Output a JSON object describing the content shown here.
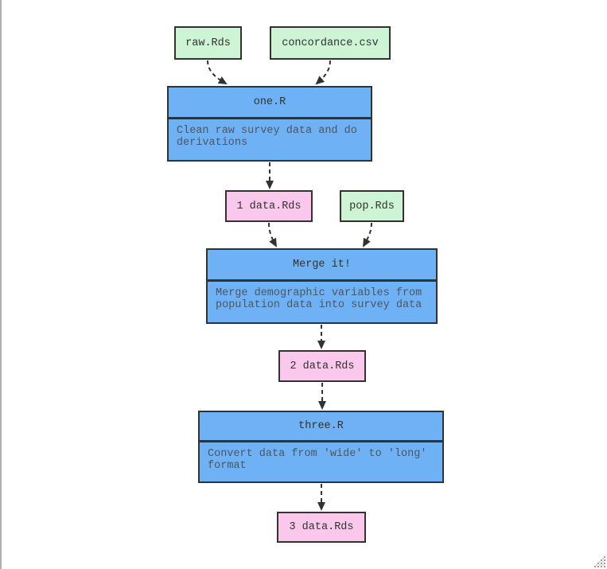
{
  "diagram": {
    "nodes": {
      "raw": {
        "label": "raw.Rds",
        "type": "file"
      },
      "concordance": {
        "label": "concordance.csv",
        "type": "file"
      },
      "one": {
        "title": "one.R",
        "type": "script",
        "description": "Clean raw survey data and do derivations",
        "description_lines": {
          "l1": "Clean raw survey data and do",
          "l2": "derivations"
        }
      },
      "data1": {
        "label": "1 data.Rds",
        "type": "target"
      },
      "pop": {
        "label": "pop.Rds",
        "type": "file"
      },
      "merge": {
        "title": "Merge it!",
        "type": "script",
        "description": "Merge demographic variables from population data into survey data",
        "description_lines": {
          "l1": "Merge demographic variables from",
          "l2": "population data into survey data"
        }
      },
      "data2": {
        "label": "2 data.Rds",
        "type": "target"
      },
      "three": {
        "title": "three.R",
        "type": "script",
        "description": "Convert data from 'wide' to 'long' format",
        "description_lines": {
          "l1": "Convert data from 'wide' to 'long'",
          "l2": "format"
        }
      },
      "data3": {
        "label": "3 data.Rds",
        "type": "target"
      }
    },
    "edges": [
      {
        "from": "raw.Rds",
        "to": "one.R"
      },
      {
        "from": "concordance.csv",
        "to": "one.R"
      },
      {
        "from": "one.R",
        "to": "1 data.Rds"
      },
      {
        "from": "1 data.Rds",
        "to": "Merge it!"
      },
      {
        "from": "pop.Rds",
        "to": "Merge it!"
      },
      {
        "from": "Merge it!",
        "to": "2 data.Rds"
      },
      {
        "from": "2 data.Rds",
        "to": "three.R"
      },
      {
        "from": "three.R",
        "to": "3 data.Rds"
      }
    ],
    "colors": {
      "file_fill": "#cdf4d4",
      "script_fill": "#6fb1f5",
      "target_fill": "#f9c8ec",
      "stroke": "#33322e",
      "title_text": "#33322e",
      "description_text": "#4d5661",
      "pane_divider": "#b0b0b0",
      "background": "#ffffff"
    }
  }
}
